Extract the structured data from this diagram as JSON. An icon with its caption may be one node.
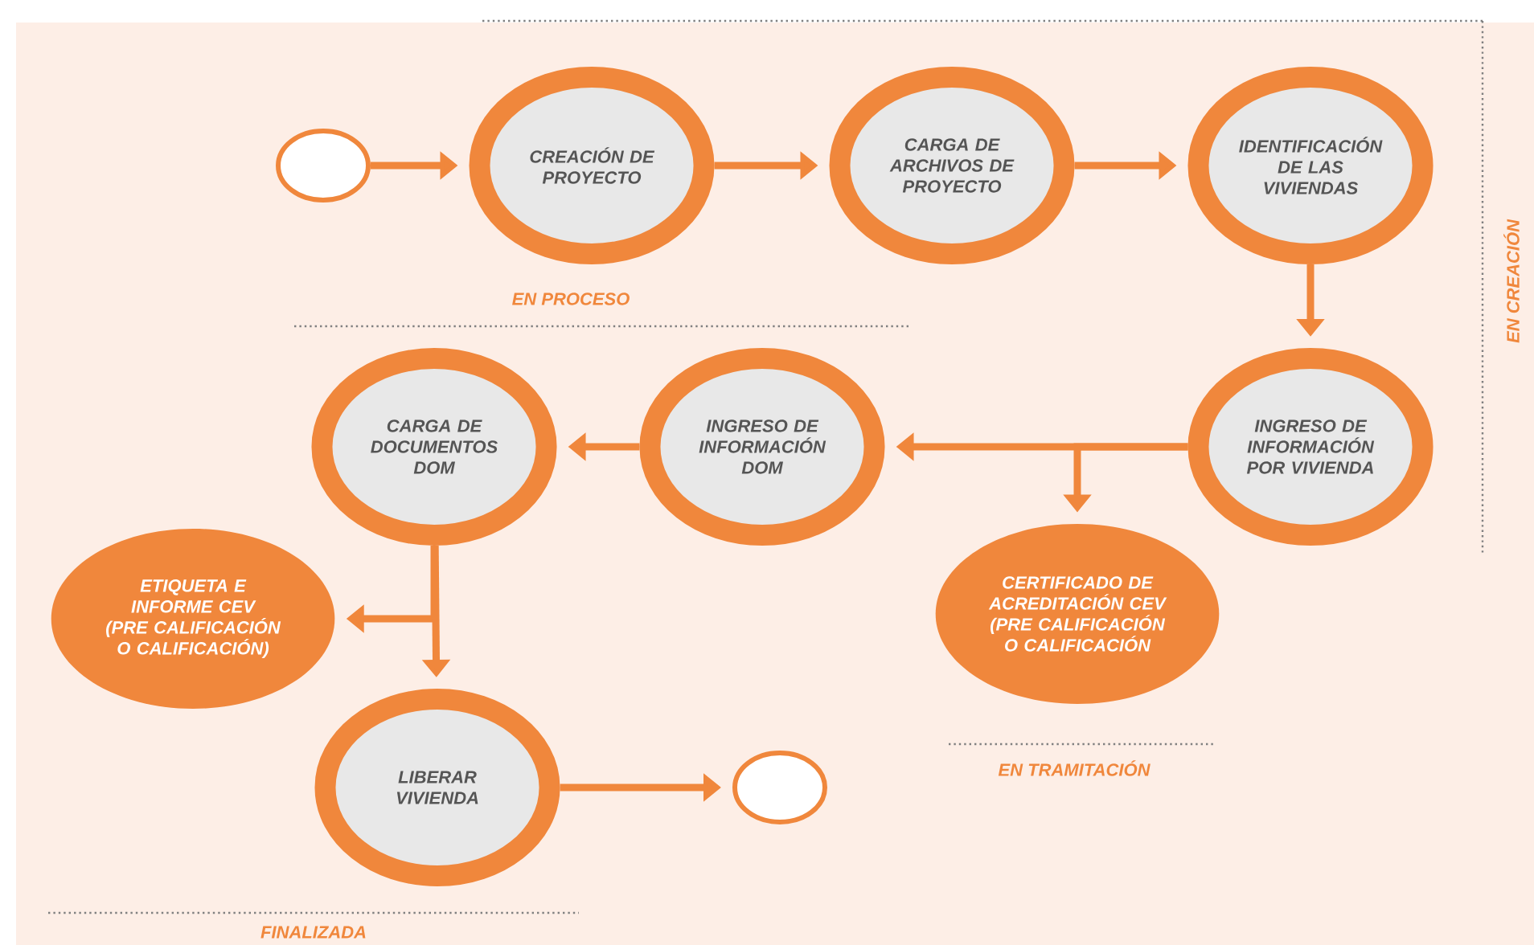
{
  "diagram": {
    "nodes": [
      {
        "text": [],
        "shape": "circle"
      },
      {
        "text": [
          "CREACIÓN DE PROYECTO"
        ]
      },
      {
        "text": [
          "CARGA DE ARCHIVOS DE PROYECTO"
        ]
      },
      {
        "text": [
          "IDENTIFICACIÓN DE LAS VIVIENDAS"
        ]
      },
      {
        "text": [
          "INGRESO DE INFORMACIÓN POR VIVIENDA"
        ]
      },
      {
        "text": [
          "INGRESO DE INFORMACIÓN DOM"
        ]
      },
      {
        "text": [
          "CARGA DE DOCUMENTOS DOM"
        ]
      },
      {
        "text": [
          "ETIQUETA E INFORME CEV (PRE CALIFICACIÓN O CALIFICACIÓN)"
        ]
      },
      {
        "text": [
          "CERTIFICADO DE ACREDITACIÓN CEV (PRE CALIFICACIÓN O CALIFICACIÓN"
        ]
      },
      {
        "text": [
          "LIBERAR VIVIENDA"
        ]
      },
      {
        "text": [],
        "shape": "circle"
      }
    ],
    "edges": [
      {
        "from": 0,
        "to": 1,
        "arrow": "to"
      },
      {
        "from": 1,
        "to": 2,
        "arrow": "to"
      },
      {
        "from": 2,
        "to": 3,
        "arrow": "to"
      },
      {
        "from": 3,
        "to": 4,
        "arrow": "to"
      },
      {
        "from": 4,
        "to": 5,
        "arrow": "to"
      },
      {
        "from": 4,
        "to": 8,
        "arrow": "to"
      },
      {
        "from": 5,
        "to": 6,
        "arrow": "to"
      },
      {
        "from": 6,
        "to": 7,
        "arrow": "to"
      },
      {
        "from": 6,
        "to": 9,
        "arrow": "to"
      },
      {
        "from": 9,
        "to": 10,
        "arrow": "to"
      }
    ],
    "labels": [
      "EN PROCESO",
      "EN CREACIÓN",
      "EN TRAMITACIÓN",
      "FINALIZADA"
    ]
  }
}
